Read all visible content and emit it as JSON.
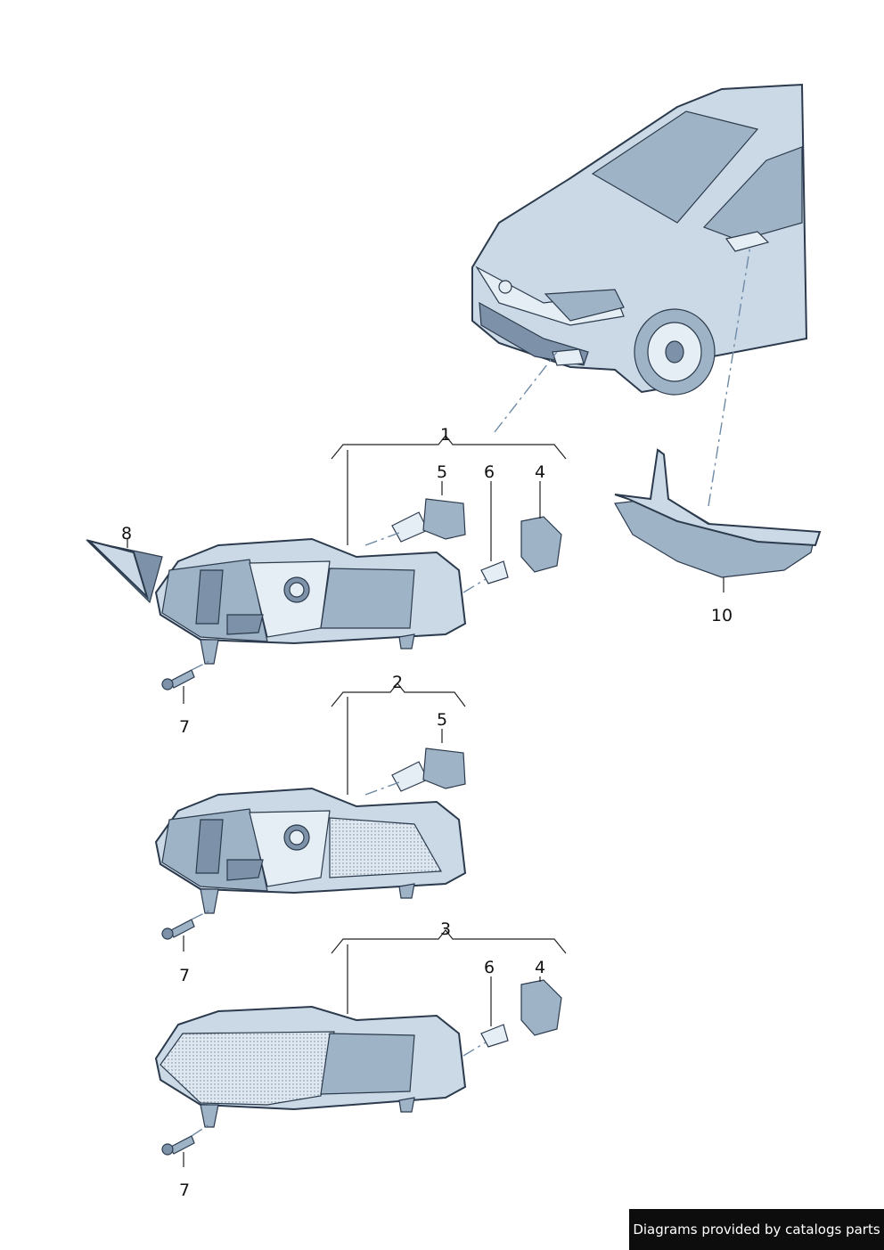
{
  "callouts": {
    "c1": "1",
    "c2": "2",
    "c3": "3",
    "c4a": "4",
    "c4b": "4",
    "c5a": "5",
    "c5b": "5",
    "c6a": "6",
    "c6b": "6",
    "c7a": "7",
    "c7b": "7",
    "c7c": "7",
    "c8": "8",
    "c10": "10"
  },
  "footer": {
    "credit": "Diagrams provided by catalogs parts"
  },
  "colors": {
    "metal_light": "#cbd9e6",
    "metal_mid": "#9fb3c6",
    "metal_dark": "#7d92a8",
    "outline": "#2b3a4c",
    "badge_bg": "#0d0d0d"
  }
}
